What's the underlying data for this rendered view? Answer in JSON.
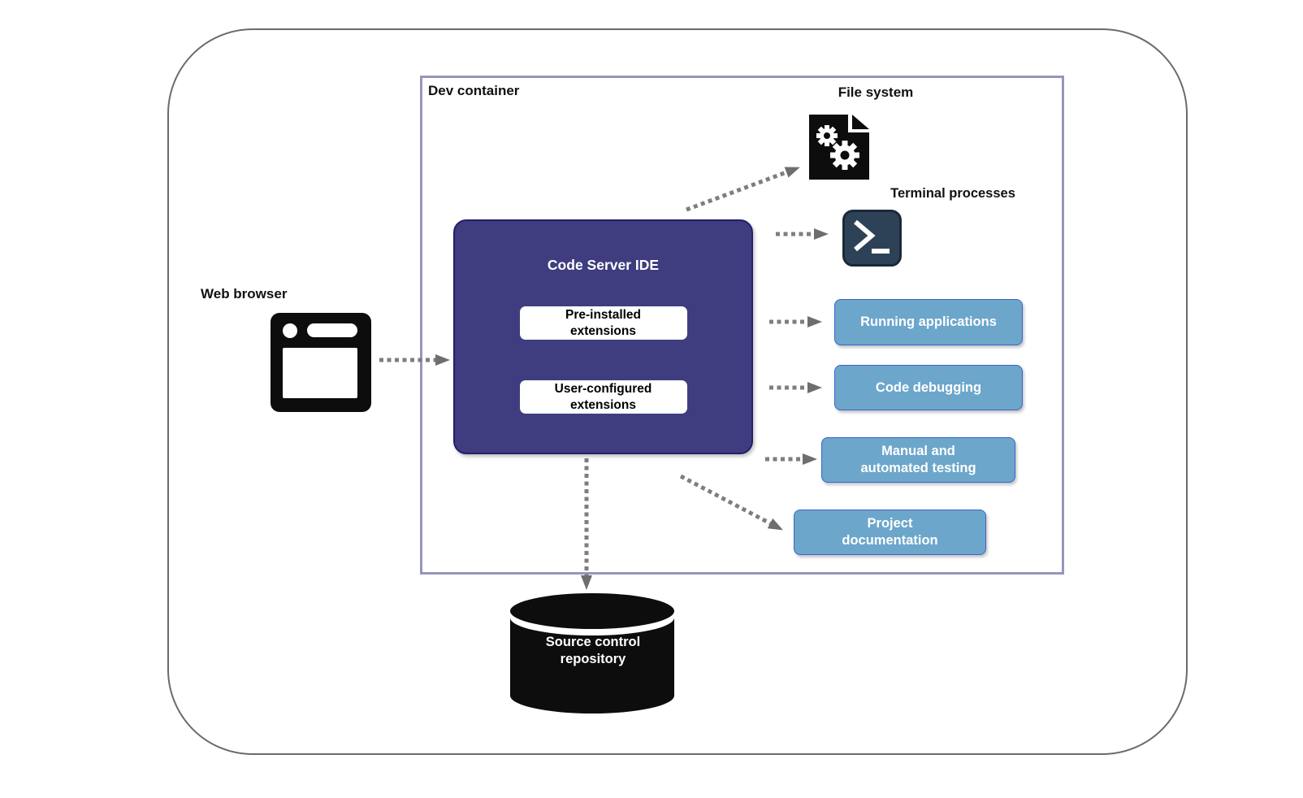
{
  "diagram": {
    "dev_container": {
      "label": "Dev container"
    },
    "web_browser": {
      "label": "Web browser"
    },
    "code_server_ide": {
      "title": "Code Server IDE",
      "extensions": [
        {
          "label": "Pre-installed\nextensions"
        },
        {
          "label": "User-configured\nextensions"
        }
      ]
    },
    "file_system": {
      "label": "File system"
    },
    "terminal_processes": {
      "label": "Terminal processes"
    },
    "outputs": [
      {
        "label": "Running applications"
      },
      {
        "label": "Code debugging"
      },
      {
        "label": "Manual and\nautomated testing"
      },
      {
        "label": "Project\ndocumentation"
      }
    ],
    "source_control": {
      "label": "Source control\nrepository"
    },
    "colors": {
      "ide_fill": "#3F3D7F",
      "ide_border": "#22206A",
      "output_fill": "#6CA6CB",
      "output_border": "#3E63CE",
      "dev_container_border": "#9596BD",
      "outer_border": "#6B6B6B",
      "arrow": "#7E7E7E",
      "terminal_fill": "#2E4257",
      "icon_black": "#0D0D0D"
    }
  }
}
